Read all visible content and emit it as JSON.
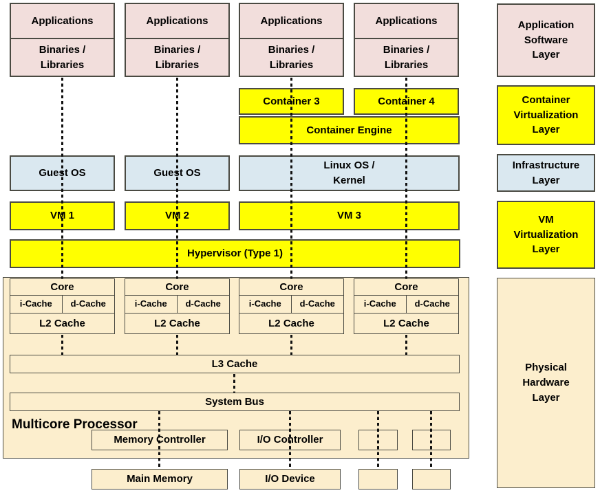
{
  "colors": {
    "pink": "#F2DEDC",
    "yellow": "#FFFF00",
    "blue": "#DAE8F0",
    "cream": "#FCEECD",
    "border": "#4A4A42",
    "dash": "#111111"
  },
  "app_columns": [
    {
      "applications": "Applications",
      "binaries_line1": "Binaries /",
      "binaries_line2": "Libraries"
    },
    {
      "applications": "Applications",
      "binaries_line1": "Binaries /",
      "binaries_line2": "Libraries"
    },
    {
      "applications": "Applications",
      "binaries_line1": "Binaries /",
      "binaries_line2": "Libraries"
    },
    {
      "applications": "Applications",
      "binaries_line1": "Binaries /",
      "binaries_line2": "Libraries"
    }
  ],
  "containers": {
    "container3": "Container 3",
    "container4": "Container 4",
    "engine": "Container Engine"
  },
  "os_row": {
    "guest_os_1": "Guest OS",
    "guest_os_2": "Guest OS",
    "linux_line1": "Linux OS /",
    "linux_line2": "Kernel"
  },
  "vm_row": {
    "vm1": "VM 1",
    "vm2": "VM 2",
    "vm3": "VM 3"
  },
  "hypervisor_label": "Hypervisor (Type 1)",
  "processor": {
    "name_line1": "Multicore",
    "name_line2": "Processor",
    "cores": [
      {
        "title": "Core",
        "icache": "i-Cache",
        "dcache": "d-Cache",
        "l2": "L2 Cache"
      },
      {
        "title": "Core",
        "icache": "i-Cache",
        "dcache": "d-Cache",
        "l2": "L2 Cache"
      },
      {
        "title": "Core",
        "icache": "i-Cache",
        "dcache": "d-Cache",
        "l2": "L2 Cache"
      },
      {
        "title": "Core",
        "icache": "i-Cache",
        "dcache": "d-Cache",
        "l2": "L2 Cache"
      }
    ],
    "l3_label": "L3 Cache",
    "bus_label": "System Bus",
    "memory_controller": "Memory Controller",
    "io_controller": "I/O Controller"
  },
  "peripherals": {
    "main_memory": "Main Memory",
    "io_device": "I/O Device"
  },
  "layer_legend": [
    {
      "line1": "Application",
      "line2": "Software",
      "line3": "Layer"
    },
    {
      "line1": "Container",
      "line2": "Virtualization",
      "line3": "Layer"
    },
    {
      "line1": "Infrastructure",
      "line2": "Layer"
    },
    {
      "line1": "VM",
      "line2": "Virtualization",
      "line3": "Layer"
    },
    {
      "line1": "Physical",
      "line2": "Hardware",
      "line3": "Layer"
    }
  ]
}
